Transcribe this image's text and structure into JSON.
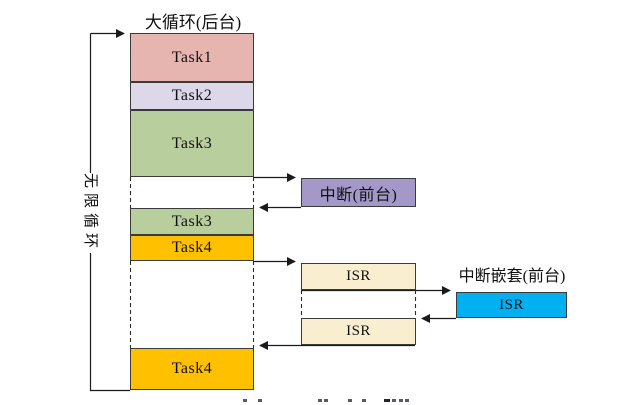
{
  "diagram": {
    "main_loop_title": "大循环(后台)",
    "infinite_loop_label": "无限循环",
    "nested_interrupt_title": "中断嵌套(前台)",
    "isr_label": "ISR",
    "interrupt_box": {
      "label": "中断(前台)",
      "color": "#a398c7"
    },
    "stack_segments": [
      {
        "label": "Task1",
        "color": "#e7b5af"
      },
      {
        "label": "Task2",
        "color": "#dcd8e9"
      },
      {
        "label": "Task3",
        "color": "#b9ce9d"
      },
      {
        "label": "Task3",
        "color": "#b9ce9d"
      },
      {
        "label": "Task4",
        "color": "#ffc000"
      },
      {
        "label": "Task4",
        "color": "#ffc000"
      }
    ],
    "isr_boxes": [
      {
        "label": "ISR",
        "color": "#f9eecf"
      },
      {
        "label": "ISR",
        "color": "#f9eecf"
      }
    ],
    "nested_isr_box": {
      "label": "ISR",
      "color": "#00b0f0"
    },
    "colors": {
      "line": "#1a1a1a",
      "task1": "#e7b5af",
      "task2": "#dcd8e9",
      "task3": "#b9ce9d",
      "task4": "#ffc000",
      "interrupt": "#a398c7",
      "isr": "#f9eecf",
      "nested_isr": "#00b0f0"
    }
  }
}
